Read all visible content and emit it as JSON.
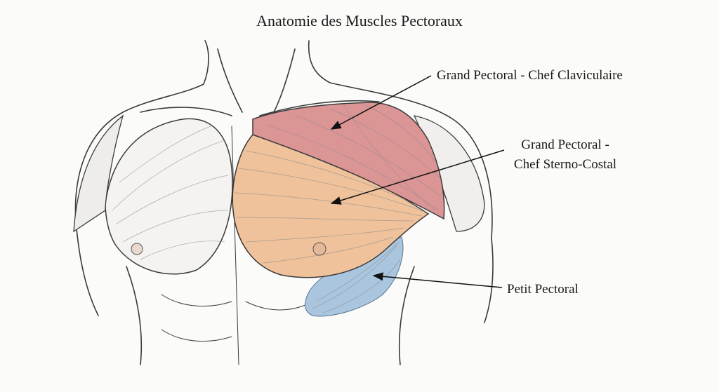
{
  "title": "Anatomie des Muscles Pectoraux",
  "labels": {
    "clavicular": "Grand Pectoral - Chef Claviculaire",
    "sternal_line1": "Grand Pectoral -",
    "sternal_line2": "Chef Sterno-Costal",
    "minor": "Petit Pectoral"
  },
  "colors": {
    "clavicular_head": "#dc9595",
    "sternal_head": "#efc29c",
    "pectoralis_minor": "#a9c6de",
    "outline": "#3a3a3a"
  }
}
